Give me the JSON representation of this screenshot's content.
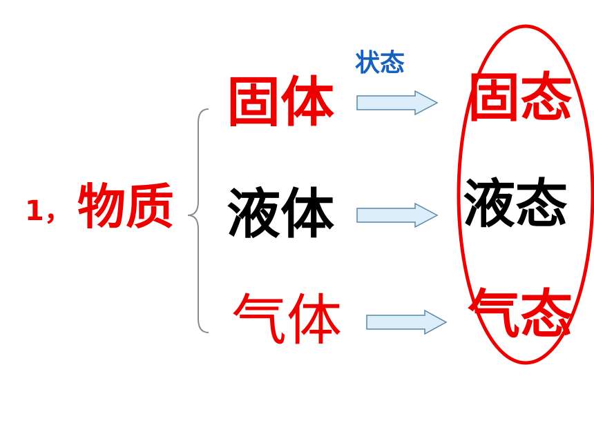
{
  "diagram": {
    "number": "1，",
    "matter": "物质",
    "arrow_label": "状态",
    "rows": [
      {
        "substance": "固体",
        "state": "固态"
      },
      {
        "substance": "液体",
        "state": "液态"
      },
      {
        "substance": "气体",
        "state": "气态"
      }
    ]
  },
  "colors": {
    "red": "#ee0000",
    "black": "#000000",
    "blue_label": "#1560c0",
    "arrow_fill": "#dbeefa",
    "arrow_stroke": "#5a87a6",
    "brace": "#8a8a8a"
  }
}
